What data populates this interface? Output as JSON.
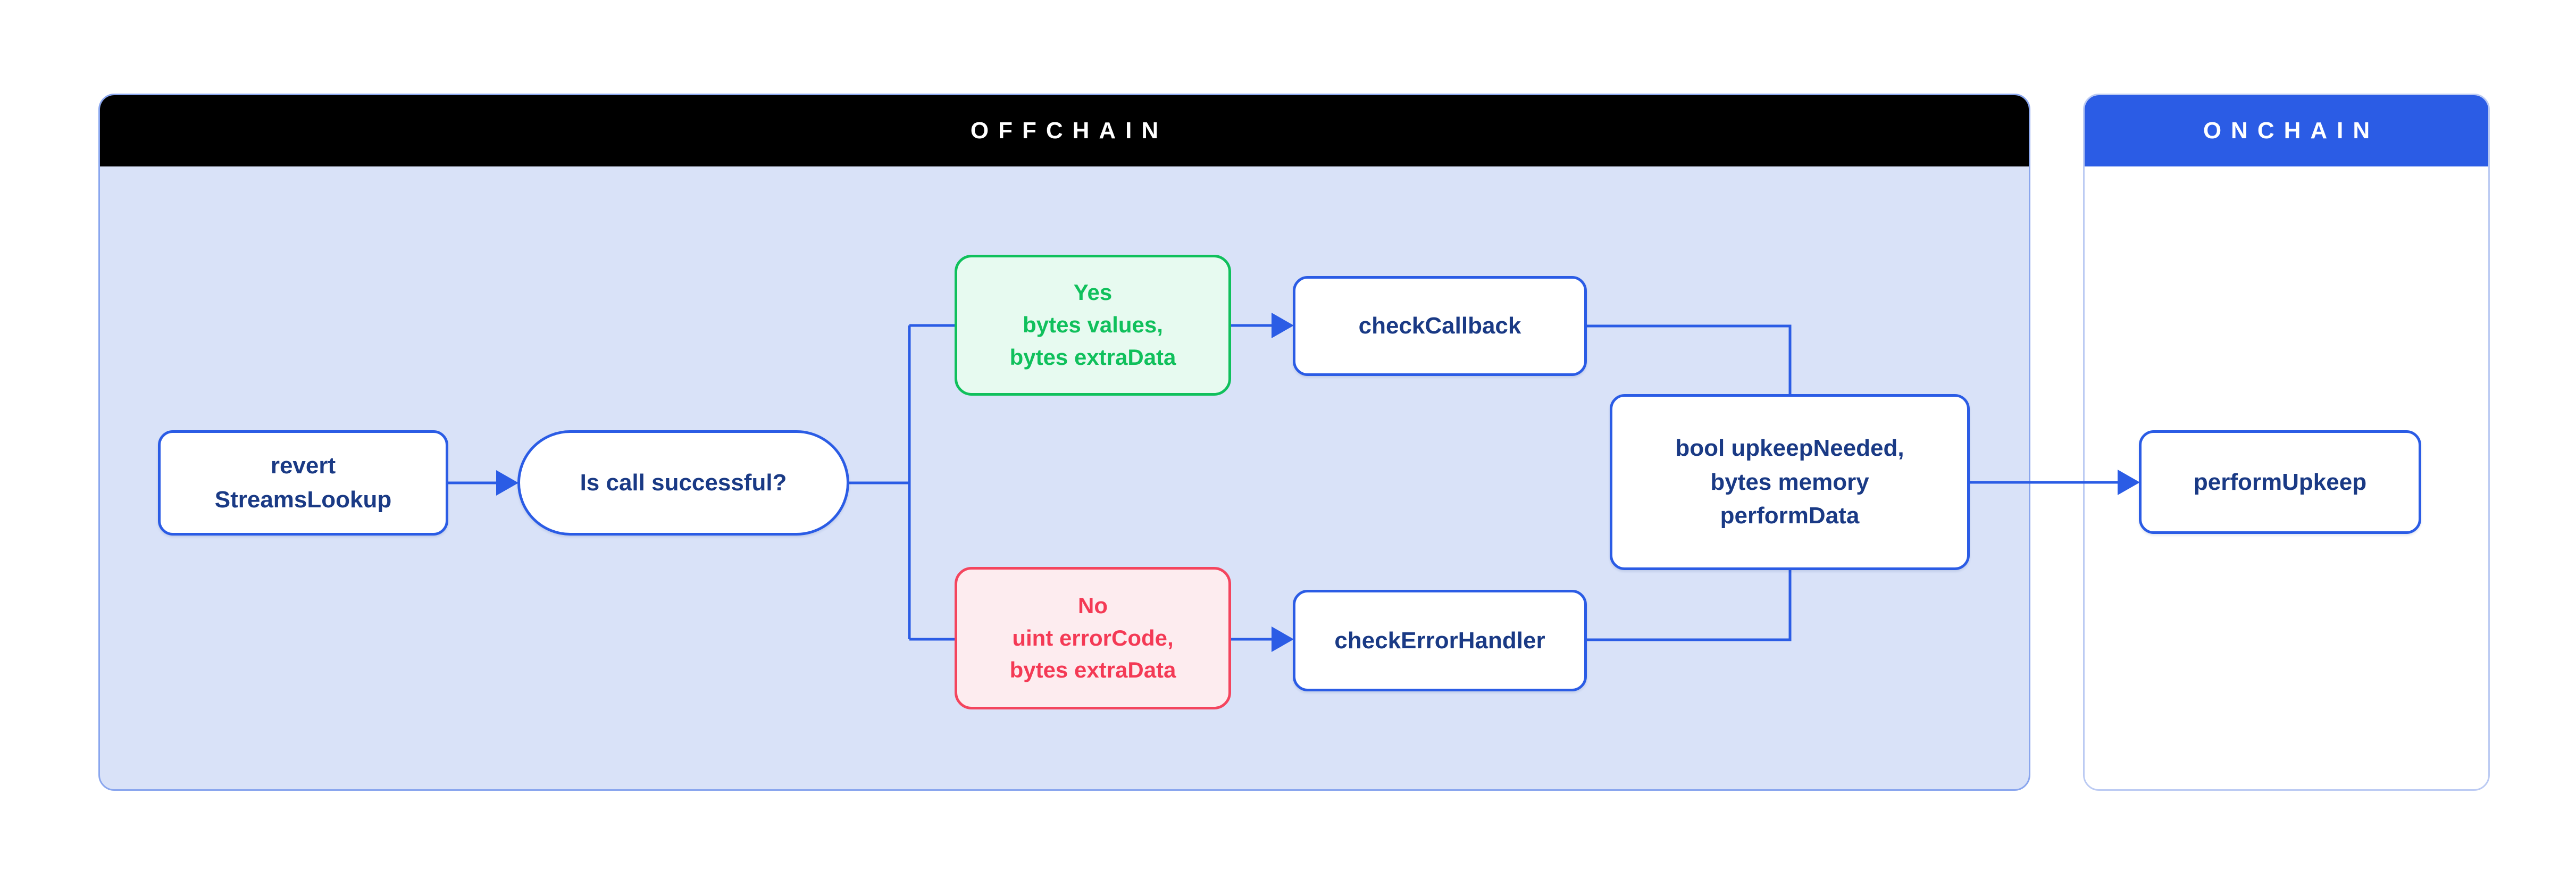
{
  "offchain": {
    "title": "OFFCHAIN",
    "header_bg": "#000000",
    "panel_bg": "#d9e2f8",
    "panel_border": "#8aa6ee"
  },
  "onchain": {
    "title": "ONCHAIN",
    "header_bg": "#2b5ce5",
    "panel_bg": "#ffffff",
    "panel_border": "#bccbf3"
  },
  "nodes": {
    "revert_streams_lookup": {
      "label": "revert\nStreamsLookup",
      "shape": "rounded-rect"
    },
    "is_call_successful": {
      "label": "Is call successful?",
      "shape": "stadium"
    },
    "yes_branch": {
      "label": "Yes\nbytes values,\nbytes extraData",
      "shape": "rounded-rect",
      "border": "#10c05c",
      "bg": "#e7faf0",
      "text_color": "#10c05c"
    },
    "no_branch": {
      "label": "No\nuint errorCode,\nbytes extraData",
      "shape": "rounded-rect",
      "border": "#f4455e",
      "bg": "#fdecef",
      "text_color": "#f43a55"
    },
    "check_callback": {
      "label": "checkCallback",
      "shape": "rounded-rect"
    },
    "check_error_handler": {
      "label": "checkErrorHandler",
      "shape": "rounded-rect"
    },
    "upkeep_result": {
      "label": "bool upkeepNeeded,\nbytes memory\nperformData",
      "shape": "rounded-rect"
    },
    "perform_upkeep": {
      "label": "performUpkeep",
      "shape": "rounded-rect"
    }
  },
  "colors": {
    "connector": "#2b5ce5",
    "node_border": "#2b5ce5",
    "node_text": "#1a3a85"
  }
}
